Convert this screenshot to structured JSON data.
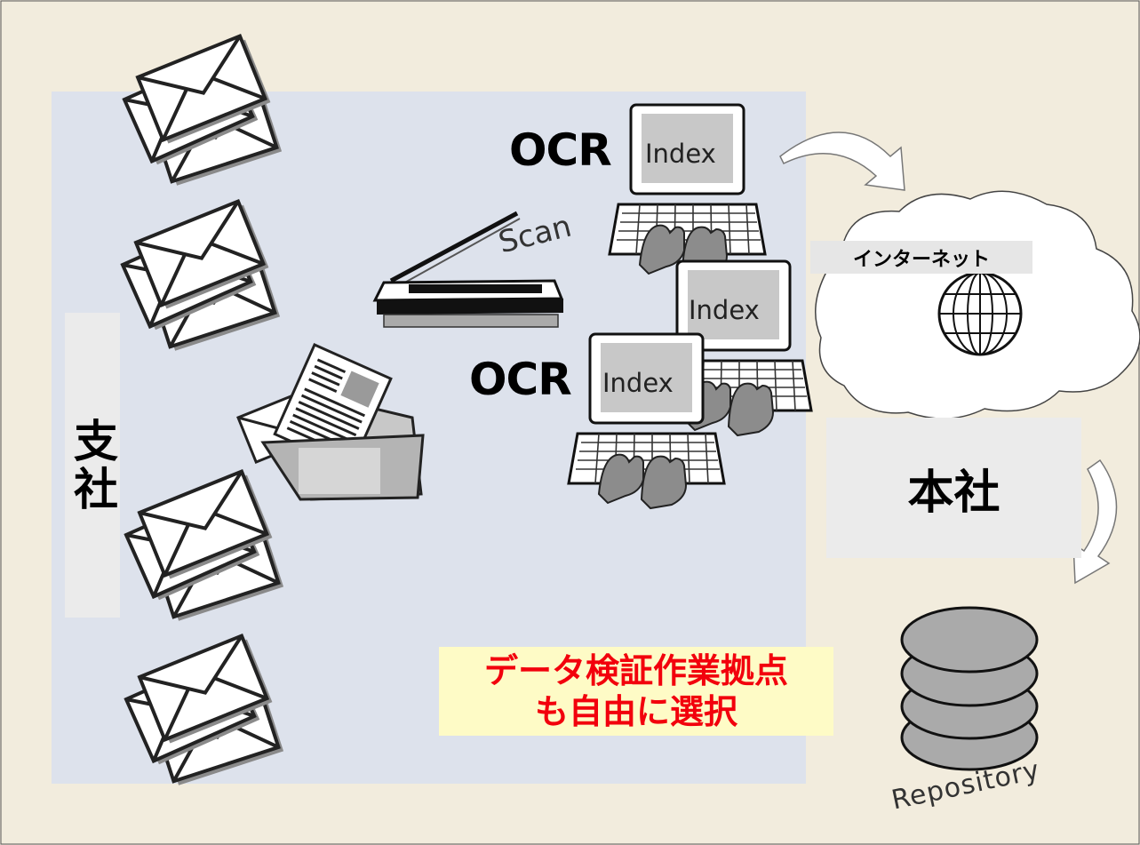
{
  "branch_label": "支社",
  "headquarters_label": "本社",
  "internet_label": "インターネット",
  "callout": {
    "line1": "データ検証作業拠点",
    "line2": "も自由に選択"
  },
  "ocr_labels": [
    "OCR",
    "OCR"
  ],
  "scan_label": "Scan",
  "index_labels": [
    "Index",
    "Index",
    "Index"
  ],
  "repository_label": "Repository",
  "icons": [
    "envelope-stack-icon",
    "scanner-icon",
    "document-folder-icon",
    "computer-icon",
    "typing-hands-icon",
    "cloud-icon",
    "globe-icon",
    "database-icon",
    "curved-arrow-icon"
  ],
  "colors": {
    "background": "#f2ecdd",
    "branch_area": "#dde2ec",
    "callout_background": "#fefbc6",
    "callout_text": "#f2000c",
    "label_box": "#ebebeb"
  }
}
